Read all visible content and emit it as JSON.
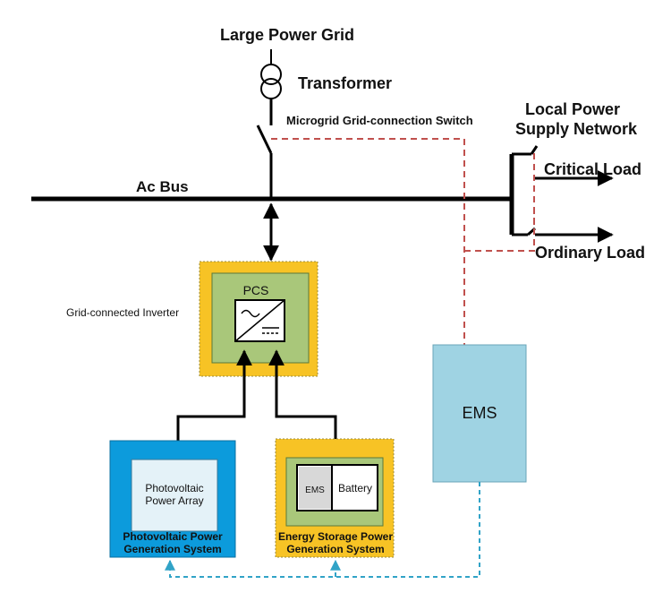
{
  "labels": {
    "grid": "Large Power Grid",
    "transformer": "Transformer",
    "switch": "Microgrid Grid-connection Switch",
    "local_line1": "Local Power",
    "local_line2": "Supply Network",
    "critical": "Critical Load",
    "ordinary": "Ordinary Load",
    "acbus": "Ac Bus",
    "inverter": "Grid-connected Inverter",
    "pcs": "PCS",
    "ems": "EMS",
    "pv_array_line1": "Photovoltaic",
    "pv_array_line2": "Power Array",
    "pv_sys_line1": "Photovoltaic Power",
    "pv_sys_line2": "Generation System",
    "ess_ems": "EMS",
    "battery": "Battery",
    "ess_sys_line1": "Energy Storage Power",
    "ess_sys_line2": "Generation System"
  },
  "colors": {
    "yellow": "#F7C325",
    "green": "#A9C77A",
    "blue": "#0C9BDC",
    "light_blue": "#9FD3E3",
    "red_dash": "#C0504D",
    "blue_dash": "#31A3C7"
  }
}
